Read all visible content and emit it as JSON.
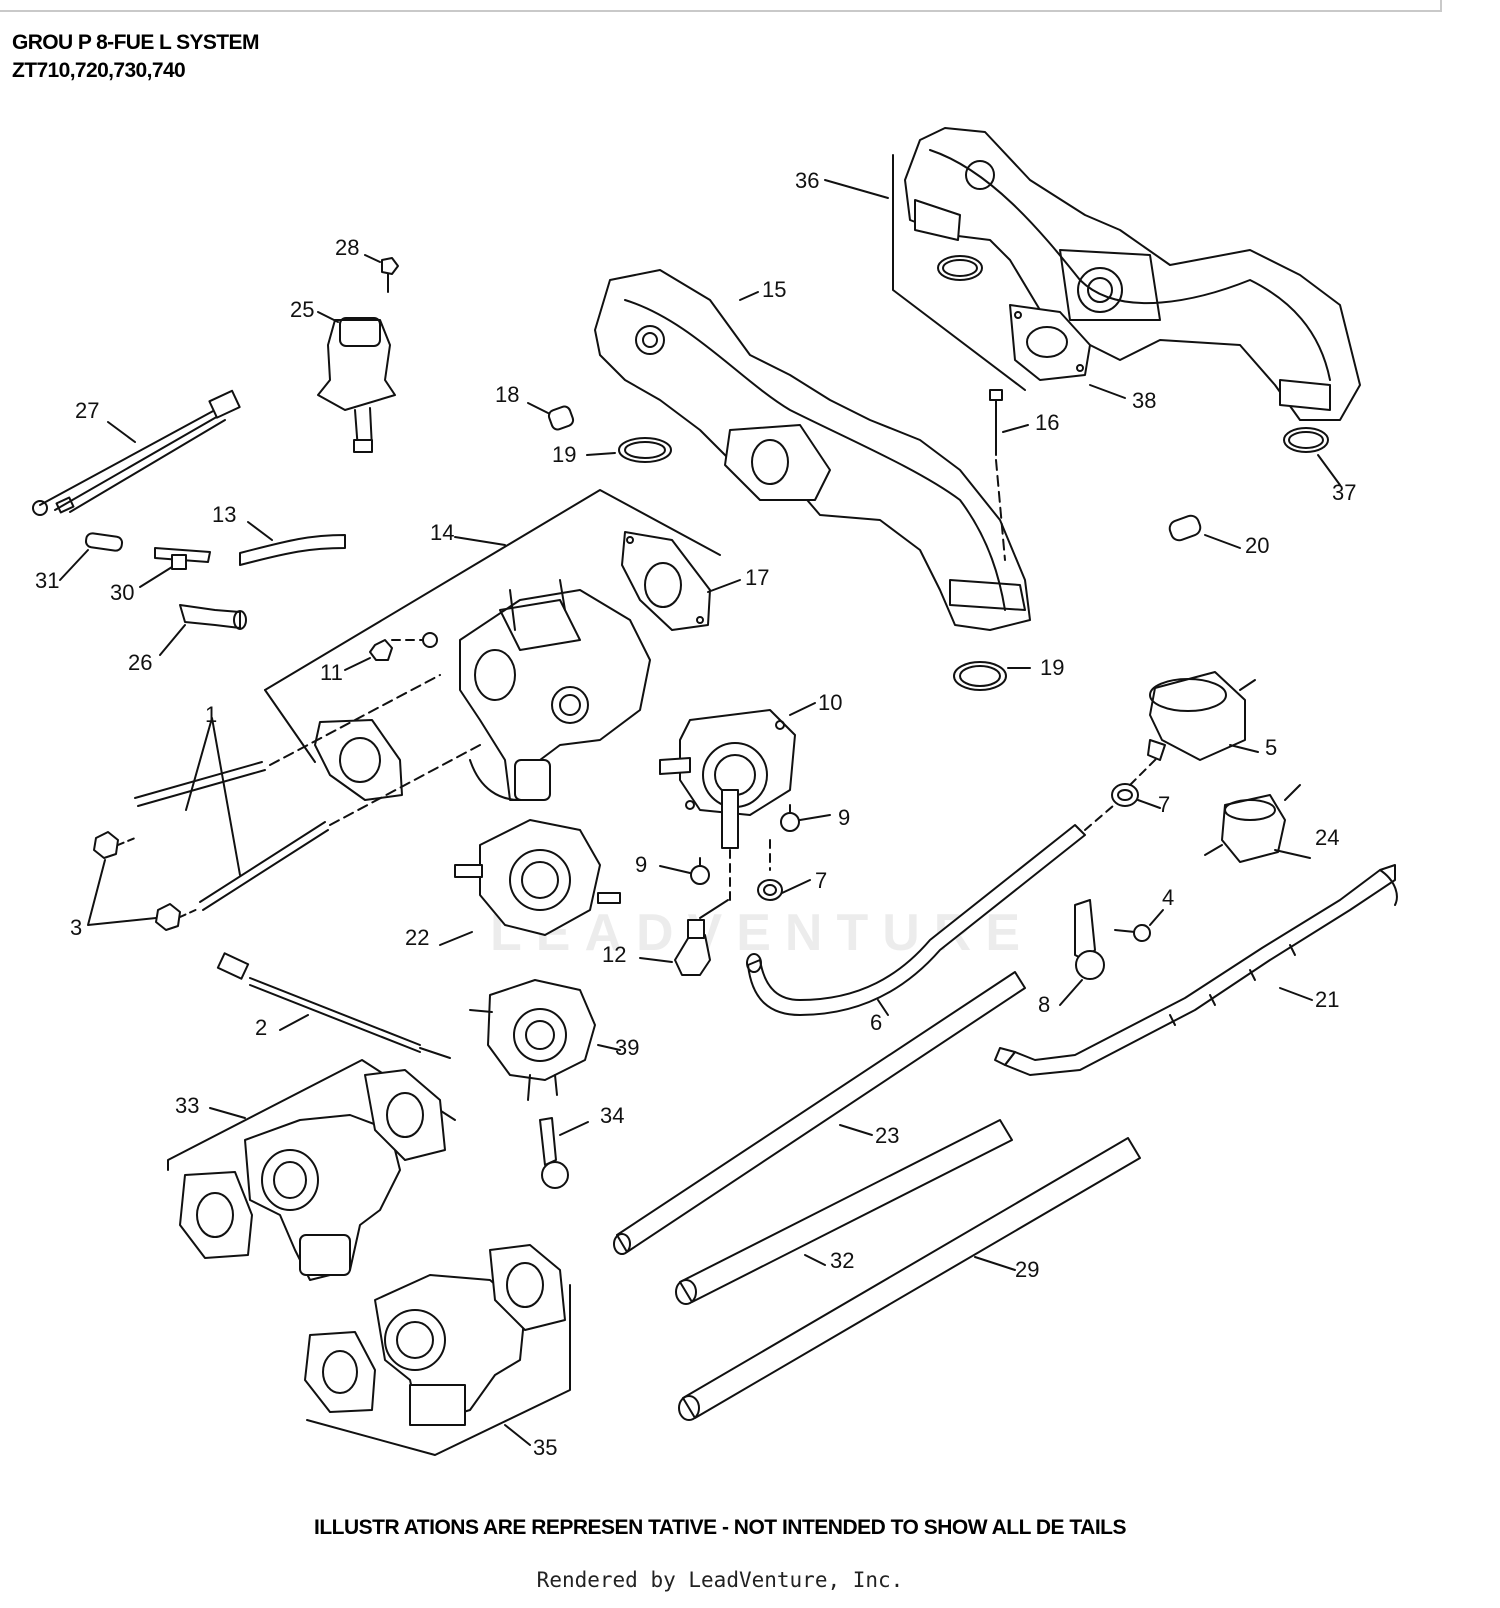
{
  "header": {
    "title_line1": "GROU P 8-FUE L SYSTEM",
    "title_line2": "ZT710,720,730,740"
  },
  "watermark": "LEADVENTURE",
  "footer": {
    "disclaimer": "ILLUSTR ATIONS ARE REPRESEN TATIVE - NOT INTENDED TO SHOW ALL DE TAILS",
    "rendered_by": "Rendered by LeadVenture, Inc."
  },
  "callouts": [
    "1",
    "2",
    "3",
    "4",
    "5",
    "6",
    "7",
    "7",
    "8",
    "9",
    "9",
    "10",
    "11",
    "12",
    "13",
    "14",
    "15",
    "16",
    "17",
    "18",
    "19",
    "19",
    "20",
    "21",
    "22",
    "23",
    "24",
    "25",
    "26",
    "27",
    "28",
    "29",
    "30",
    "31",
    "32",
    "33",
    "34",
    "35",
    "36",
    "37",
    "38",
    "39"
  ]
}
